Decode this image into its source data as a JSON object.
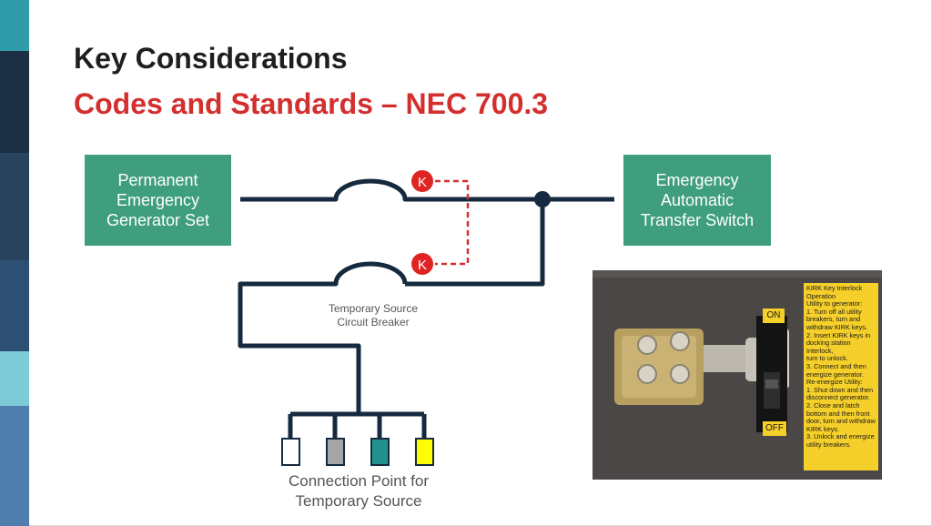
{
  "slide": {
    "title": "Key Considerations",
    "subtitle": "Codes and Standards – NEC 700.3"
  },
  "diagram": {
    "generator_box": "Permanent\nEmergency\nGenerator Set",
    "ats_box": "Emergency\nAutomatic\nTransfer Switch",
    "breaker_label": "Temporary Source\nCircuit Breaker",
    "connection_label": "Connection Point for\nTemporary Source",
    "interlock_letter_top": "K",
    "interlock_letter_bottom": "K",
    "connector_colors": [
      "#ffffff",
      "#a6a6a6",
      "#21928f",
      "#ffff00"
    ]
  },
  "photo": {
    "on_label": "ON",
    "off_label": "OFF",
    "instructions": "KIRK Key Interlock\nOperation\nUtility to generator:\n1. Turn off all utility\nbreakers, turn and\nwithdraw KIRK keys.\n2. Insert KIRK keys in\ndocking station Interlock,\nturn to unlock.\n3. Connect and then\nenergize generator.\nRe-energize Utility:\n1. Shut down and then\ndisconnect generator.\n2. Close and latch\nbottom and then front\ndoor, turn and withdraw\nKIRK keys.\n3. Unlock and energize\nutility breakers."
  },
  "colors": {
    "title": "#1f1f1f",
    "accent_red": "#d32f2f",
    "box_green": "#3f9e7d",
    "line_navy": "#152a3e",
    "sidebar": [
      "#2f9bab",
      "#1c2f44",
      "#27435d",
      "#2d4f73",
      "#7ccbd6",
      "#4f7eac"
    ]
  }
}
